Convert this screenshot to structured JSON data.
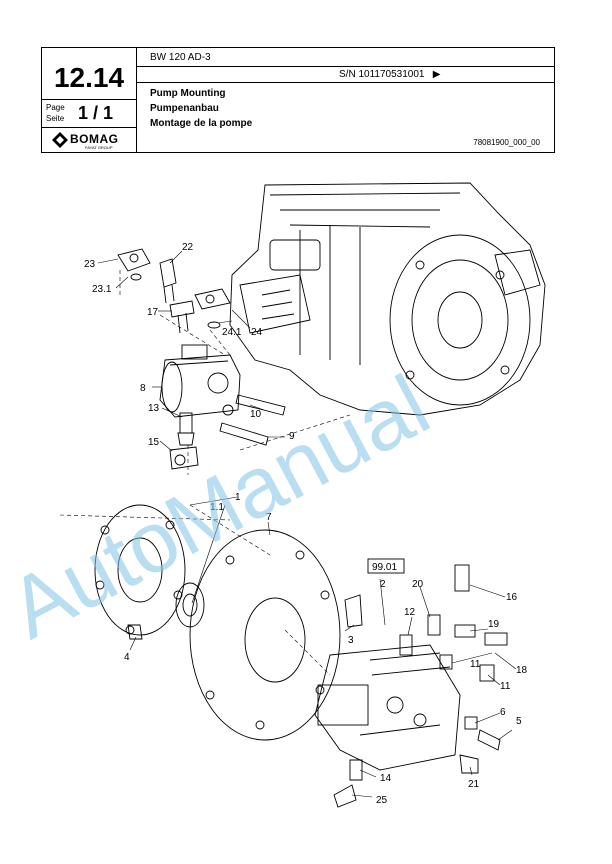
{
  "header": {
    "model": "BW 120 AD-3",
    "serial": "S/N 101170531001",
    "serial_arrow": "▶",
    "section": "12.14",
    "page_label_1": "Page",
    "page_label_2": "Seite",
    "page_number": "1 / 1",
    "titles": [
      "Pump Mounting",
      "Pumpenanbau",
      "Montage de la pompe"
    ],
    "doc_id": "78081900_000_00",
    "logo_text": "BOMAG",
    "logo_sub": "FAYAT GROUP"
  },
  "callouts": [
    "23",
    "22",
    "23.1",
    "17",
    "24.1",
    "24",
    "8",
    "10",
    "13",
    "9",
    "15",
    "1",
    "1.1",
    "7",
    "99.01",
    "20",
    "16",
    "2",
    "12",
    "19",
    "4",
    "3",
    "11",
    "18",
    "11",
    "6",
    "5",
    "14",
    "21",
    "25"
  ],
  "watermark": "AutoManual"
}
